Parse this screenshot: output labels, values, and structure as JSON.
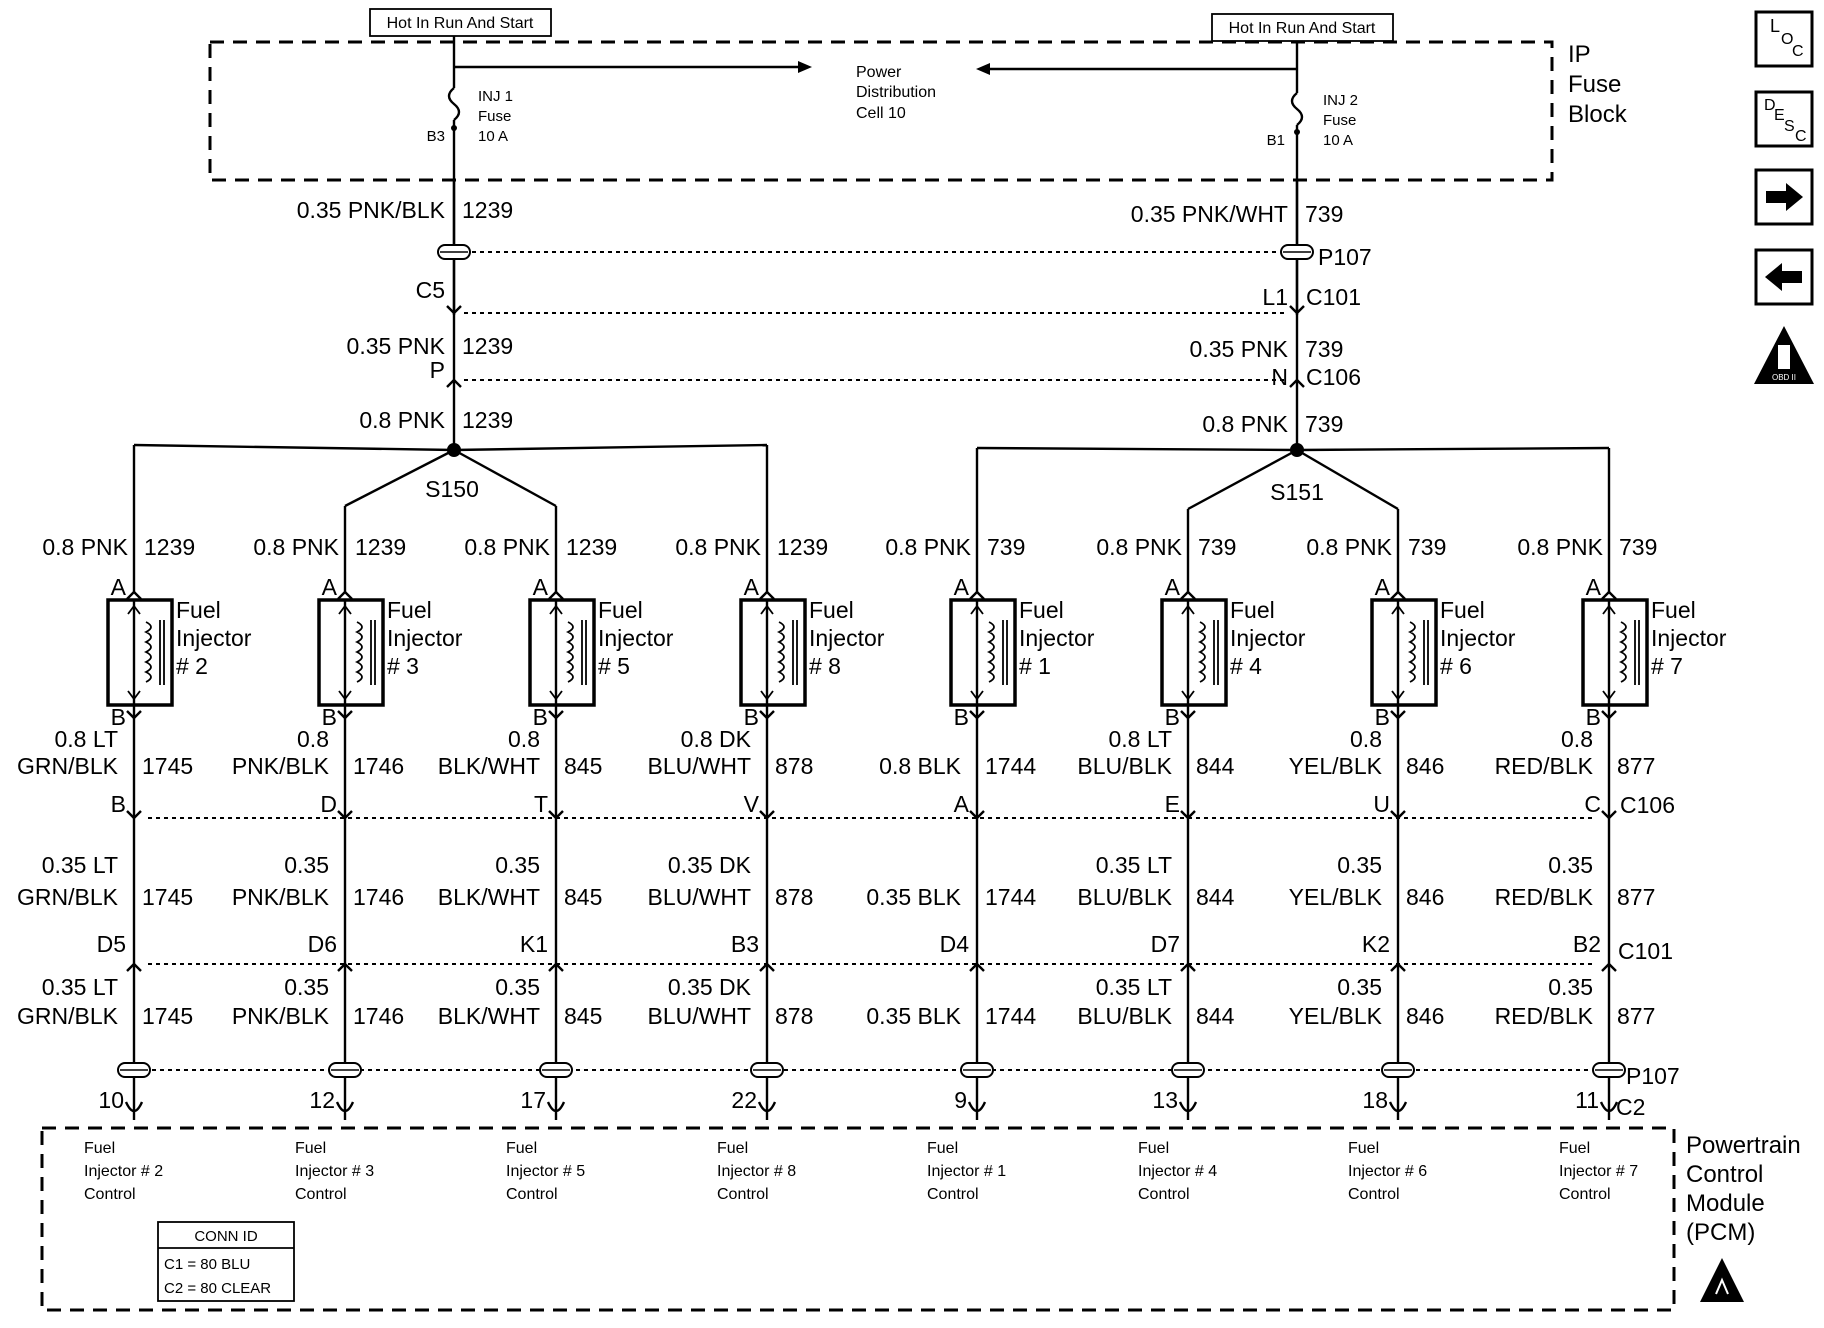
{
  "hot_labels": [
    "Hot In Run And Start",
    "Hot In Run And Start"
  ],
  "fuse_block": {
    "title": [
      "IP",
      "Fuse",
      "Block"
    ],
    "pdc": [
      "Power",
      "Distribution",
      "Cell 10"
    ],
    "left_fuse": {
      "lines": [
        "INJ 1",
        "Fuse",
        "10 A"
      ],
      "pin": "B3"
    },
    "right_fuse": {
      "lines": [
        "INJ 2",
        "Fuse",
        "10 A"
      ],
      "pin": "B1"
    }
  },
  "trunk_left": {
    "wire1": "0.35 PNK/BLK",
    "circ1": "1239",
    "conn1_pin": "C5",
    "wire2": "0.35 PNK",
    "circ2": "1239",
    "conn2_pin": "P",
    "wire3": "0.8 PNK",
    "circ3": "1239",
    "splice": "S150"
  },
  "trunk_right": {
    "wire1": "0.35 PNK/WHT",
    "circ1": "739",
    "p107": "P107",
    "conn1_pin": "L1",
    "conn1": "C101",
    "wire2": "0.35 PNK",
    "circ2": "739",
    "conn2_pin": "N",
    "conn2": "C106",
    "wire3": "0.8 PNK",
    "circ3": "739",
    "splice": "S151"
  },
  "injectors": [
    {
      "feed": "0.8 PNK",
      "feed_circ": "1239",
      "pin_a": "A",
      "pin_b": "B",
      "name": [
        "Fuel",
        "Injector",
        "# 2"
      ],
      "ctl1": [
        "0.8 LT",
        "GRN/BLK"
      ],
      "ctl_circ": "1745",
      "c106_pin": "B",
      "ctl2": [
        "0.35 LT",
        "GRN/BLK"
      ],
      "c101_pin": "D5",
      "ctl3": [
        "0.35 LT",
        "GRN/BLK"
      ],
      "pcm_pin": "10",
      "pcm_label": [
        "Fuel",
        "Injector # 2",
        "Control"
      ]
    },
    {
      "feed": "0.8 PNK",
      "feed_circ": "1239",
      "pin_a": "A",
      "pin_b": "B",
      "name": [
        "Fuel",
        "Injector",
        "# 3"
      ],
      "ctl1": [
        "0.8",
        "PNK/BLK"
      ],
      "ctl_circ": "1746",
      "c106_pin": "D",
      "ctl2": [
        "0.35",
        "PNK/BLK"
      ],
      "c101_pin": "D6",
      "ctl3": [
        "0.35",
        "PNK/BLK"
      ],
      "pcm_pin": "12",
      "pcm_label": [
        "Fuel",
        "Injector # 3",
        "Control"
      ]
    },
    {
      "feed": "0.8 PNK",
      "feed_circ": "1239",
      "pin_a": "A",
      "pin_b": "B",
      "name": [
        "Fuel",
        "Injector",
        "# 5"
      ],
      "ctl1": [
        "0.8",
        "BLK/WHT"
      ],
      "ctl_circ": "845",
      "c106_pin": "T",
      "ctl2": [
        "0.35",
        "BLK/WHT"
      ],
      "c101_pin": "K1",
      "ctl3": [
        "0.35",
        "BLK/WHT"
      ],
      "pcm_pin": "17",
      "pcm_label": [
        "Fuel",
        "Injector # 5",
        "Control"
      ]
    },
    {
      "feed": "0.8 PNK",
      "feed_circ": "1239",
      "pin_a": "A",
      "pin_b": "B",
      "name": [
        "Fuel",
        "Injector",
        "# 8"
      ],
      "ctl1": [
        "0.8 DK",
        "BLU/WHT"
      ],
      "ctl_circ": "878",
      "c106_pin": "V",
      "ctl2": [
        "0.35 DK",
        "BLU/WHT"
      ],
      "c101_pin": "B3",
      "ctl3": [
        "0.35 DK",
        "BLU/WHT"
      ],
      "pcm_pin": "22",
      "pcm_label": [
        "Fuel",
        "Injector # 8",
        "Control"
      ]
    },
    {
      "feed": "0.8 PNK",
      "feed_circ": "739",
      "pin_a": "A",
      "pin_b": "B",
      "name": [
        "Fuel",
        "Injector",
        "# 1"
      ],
      "ctl1": [
        "",
        "0.8 BLK"
      ],
      "ctl_circ": "1744",
      "c106_pin": "A",
      "ctl2": [
        "",
        "0.35 BLK"
      ],
      "c101_pin": "D4",
      "ctl3": [
        "",
        "0.35 BLK"
      ],
      "pcm_pin": "9",
      "pcm_label": [
        "Fuel",
        "Injector # 1",
        "Control"
      ]
    },
    {
      "feed": "0.8 PNK",
      "feed_circ": "739",
      "pin_a": "A",
      "pin_b": "B",
      "name": [
        "Fuel",
        "Injector",
        "# 4"
      ],
      "ctl1": [
        "0.8 LT",
        "BLU/BLK"
      ],
      "ctl_circ": "844",
      "c106_pin": "E",
      "ctl2": [
        "0.35 LT",
        "BLU/BLK"
      ],
      "c101_pin": "D7",
      "ctl3": [
        "0.35 LT",
        "BLU/BLK"
      ],
      "pcm_pin": "13",
      "pcm_label": [
        "Fuel",
        "Injector # 4",
        "Control"
      ]
    },
    {
      "feed": "0.8 PNK",
      "feed_circ": "739",
      "pin_a": "A",
      "pin_b": "B",
      "name": [
        "Fuel",
        "Injector",
        "# 6"
      ],
      "ctl1": [
        "0.8",
        "YEL/BLK"
      ],
      "ctl_circ": "846",
      "c106_pin": "U",
      "ctl2": [
        "0.35",
        "YEL/BLK"
      ],
      "c101_pin": "K2",
      "ctl3": [
        "0.35",
        "YEL/BLK"
      ],
      "pcm_pin": "18",
      "pcm_label": [
        "Fuel",
        "Injector # 6",
        "Control"
      ]
    },
    {
      "feed": "0.8 PNK",
      "feed_circ": "739",
      "pin_a": "A",
      "pin_b": "B",
      "name": [
        "Fuel",
        "Injector",
        "# 7"
      ],
      "ctl1": [
        "0.8",
        "RED/BLK"
      ],
      "ctl_circ": "877",
      "c106_pin": "C",
      "ctl2": [
        "0.35",
        "RED/BLK"
      ],
      "c101_pin": "B2",
      "ctl3": [
        "0.35",
        "RED/BLK"
      ],
      "pcm_pin": "11",
      "pcm_label": [
        "Fuel",
        "Injector # 7",
        "Control"
      ]
    }
  ],
  "connectors": {
    "c106": "C106",
    "c101": "C101",
    "p107": "P107",
    "c2": "C2"
  },
  "pcm": {
    "title": [
      "Powertrain",
      "Control",
      "Module",
      "(PCM)"
    ],
    "conn_id": {
      "title": "CONN ID",
      "rows": [
        "C1 = 80 BLU",
        "C2 = 80 CLEAR"
      ]
    }
  },
  "side_buttons": {
    "loc": {
      "a": "L",
      "b": "O",
      "c": "C"
    },
    "desc": {
      "a": "D",
      "b": "E",
      "c": "S",
      "d": "C"
    },
    "next_icon": "right-arrow",
    "prev_icon": "left-arrow",
    "obd_label": "OBD II"
  }
}
